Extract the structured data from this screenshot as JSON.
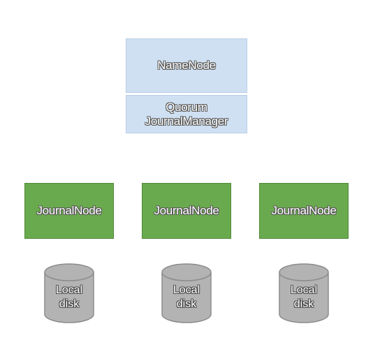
{
  "namenode": {
    "label": "NameNode",
    "fill": "#cfe0f2"
  },
  "quorum_journal_manager": {
    "line1": "Quorum",
    "line2": "JournalManager",
    "fill": "#cfe0f2"
  },
  "journal_nodes": [
    {
      "label": "JournalNode"
    },
    {
      "label": "JournalNode"
    },
    {
      "label": "JournalNode"
    }
  ],
  "journal_node_fill": "#6aaa4e",
  "disks": [
    {
      "line1": "Local",
      "line2": "disk"
    },
    {
      "line1": "Local",
      "line2": "disk"
    },
    {
      "line1": "Local",
      "line2": "disk"
    }
  ],
  "disk_fill": "#b3b3b3"
}
